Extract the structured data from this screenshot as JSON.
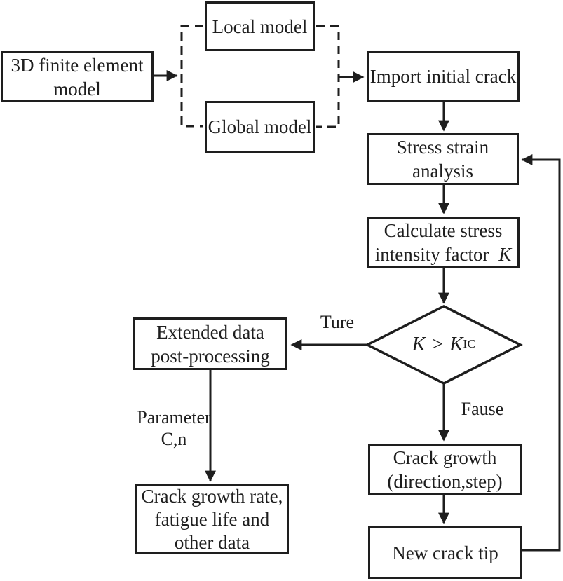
{
  "colors": {
    "line": "#1e1e1e",
    "background": "#ffffff"
  },
  "nodes": {
    "fem": {
      "lines": [
        "3D finite element",
        "model"
      ]
    },
    "local_model": {
      "label": "Local model"
    },
    "global_model": {
      "label": "Global model"
    },
    "import_crack": {
      "label": "Import initial crack"
    },
    "stress_analysis": {
      "lines": [
        "Stress strain",
        "analysis"
      ]
    },
    "calc_sif": {
      "line1": "Calculate stress",
      "line2_prefix": "intensity factor",
      "line2_var": "K"
    },
    "decision": {
      "var_left": "K",
      "operator": ">",
      "var_right": "K",
      "subscript": "IC"
    },
    "extended_post": {
      "lines": [
        "Extended data",
        "post-processing"
      ]
    },
    "crack_rate": {
      "lines": [
        "Crack growth rate,",
        "fatigue life and",
        "other data"
      ]
    },
    "crack_growth": {
      "lines": [
        "Crack growth",
        "(direction,step)"
      ]
    },
    "new_crack_tip": {
      "label": "New crack tip"
    }
  },
  "edge_labels": {
    "true_branch": "Ture",
    "false_branch": "Fause",
    "parameter_line1": "Parameter",
    "parameter_line2": "C,n"
  }
}
